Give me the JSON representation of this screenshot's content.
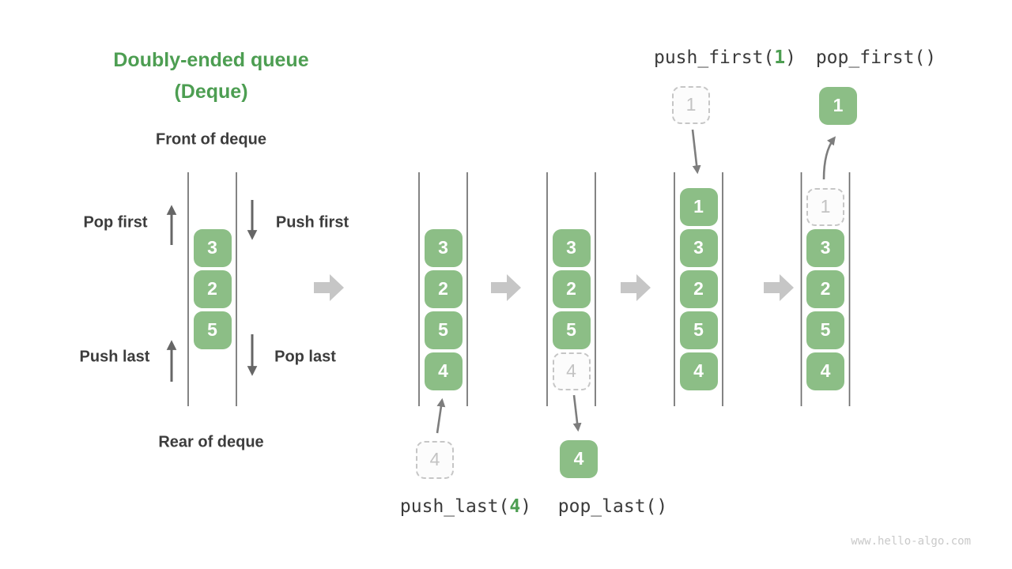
{
  "title": {
    "line1": "Doubly-ended queue",
    "line2": "(Deque)"
  },
  "left_diagram": {
    "front_label": "Front of deque",
    "rear_label": "Rear of deque",
    "pop_first_label": "Pop first",
    "push_first_label": "Push first",
    "push_last_label": "Push last",
    "pop_last_label": "Pop last"
  },
  "operations": {
    "push_first": {
      "pre": "push_first(",
      "arg": "1",
      "suf": ")"
    },
    "pop_first": {
      "pre": "pop_first()",
      "arg": "",
      "suf": ""
    },
    "push_last": {
      "pre": "push_last(",
      "arg": "4",
      "suf": ")"
    },
    "pop_last": {
      "pre": "pop_last()",
      "arg": "",
      "suf": ""
    }
  },
  "queues": [
    {
      "id": "queue-initial",
      "cells": [
        {
          "row": 2,
          "value": "3",
          "variant": "solid"
        },
        {
          "row": 3,
          "value": "2",
          "variant": "solid"
        },
        {
          "row": 4,
          "value": "5",
          "variant": "solid"
        }
      ]
    },
    {
      "id": "queue-after-push-last",
      "cells": [
        {
          "row": 2,
          "value": "3",
          "variant": "solid"
        },
        {
          "row": 3,
          "value": "2",
          "variant": "solid"
        },
        {
          "row": 4,
          "value": "5",
          "variant": "solid"
        },
        {
          "row": 5,
          "value": "4",
          "variant": "solid"
        }
      ]
    },
    {
      "id": "queue-after-pop-last",
      "cells": [
        {
          "row": 2,
          "value": "3",
          "variant": "solid"
        },
        {
          "row": 3,
          "value": "2",
          "variant": "solid"
        },
        {
          "row": 4,
          "value": "5",
          "variant": "solid"
        },
        {
          "row": 5,
          "value": "4",
          "variant": "ghost"
        }
      ]
    },
    {
      "id": "queue-after-push-first",
      "cells": [
        {
          "row": 1,
          "value": "1",
          "variant": "solid"
        },
        {
          "row": 2,
          "value": "3",
          "variant": "solid"
        },
        {
          "row": 3,
          "value": "2",
          "variant": "solid"
        },
        {
          "row": 4,
          "value": "5",
          "variant": "solid"
        },
        {
          "row": 5,
          "value": "4",
          "variant": "solid"
        }
      ]
    },
    {
      "id": "queue-after-pop-first",
      "cells": [
        {
          "row": 1,
          "value": "1",
          "variant": "ghost"
        },
        {
          "row": 2,
          "value": "3",
          "variant": "solid"
        },
        {
          "row": 3,
          "value": "2",
          "variant": "solid"
        },
        {
          "row": 4,
          "value": "5",
          "variant": "solid"
        },
        {
          "row": 5,
          "value": "4",
          "variant": "solid"
        }
      ]
    }
  ],
  "floating_cells": [
    {
      "id": "push-last-incoming",
      "value": "4",
      "variant": "ghost"
    },
    {
      "id": "pop-last-removed",
      "value": "4",
      "variant": "solid"
    },
    {
      "id": "push-first-incoming",
      "value": "1",
      "variant": "ghost"
    },
    {
      "id": "pop-first-removed",
      "value": "1",
      "variant": "solid"
    }
  ],
  "colors": {
    "cell_green": "#8cbe86",
    "accent_green": "#4d9e52",
    "text_dark": "#3c3c3c",
    "rail_gray": "#6e6e6e",
    "big_arrow_gray": "#c6c6c6",
    "ghost_gray": "#c6c6c6"
  },
  "watermark": "www.hello-algo.com"
}
